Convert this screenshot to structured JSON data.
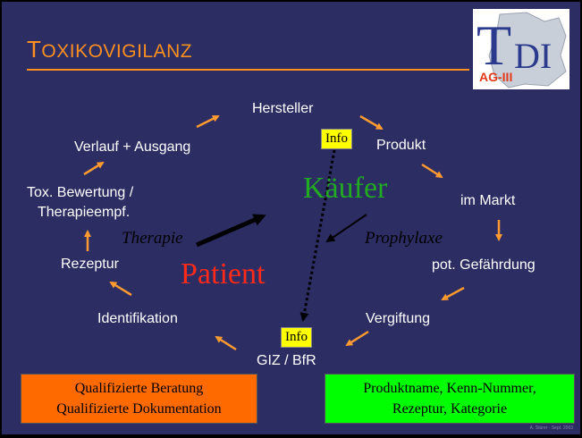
{
  "title": "Toxikovigilanz",
  "logo": {
    "letters": "TDI",
    "tag": "AG-III"
  },
  "cycle": {
    "hersteller": "Hersteller",
    "produkt": "Produkt",
    "im_markt": "im Markt",
    "pot_gefaehrdung": "pot. Gefährdung",
    "vergiftung": "Vergiftung",
    "giz_bfr": "GIZ / BfR",
    "identifikation": "Identifikation",
    "rezeptur": "Rezeptur",
    "tox_bewertung_1": "Tox. Bewertung /",
    "tox_bewertung_2": "Therapieempf.",
    "verlauf": "Verlauf + Ausgang"
  },
  "info_top": "Info",
  "info_bottom": "Info",
  "kaeufer": "Käufer",
  "patient": "Patient",
  "therapie": "Therapie",
  "prophylaxe": "Prophylaxe",
  "box_left": {
    "line1": "Qualifizierte Beratung",
    "line2": "Qualifizierte Dokumentation"
  },
  "box_right": {
    "line1": "Produktname, Kenn-Nummer,",
    "line2": "Rezeptur, Kategorie"
  },
  "credit": "A. Stürer - Sept. 2003",
  "colors": {
    "background": "#2b2d63",
    "accent": "#ff8f1f",
    "kaeufer": "#22aa22",
    "patient": "#ff2a1a",
    "info": "#ffff00"
  }
}
